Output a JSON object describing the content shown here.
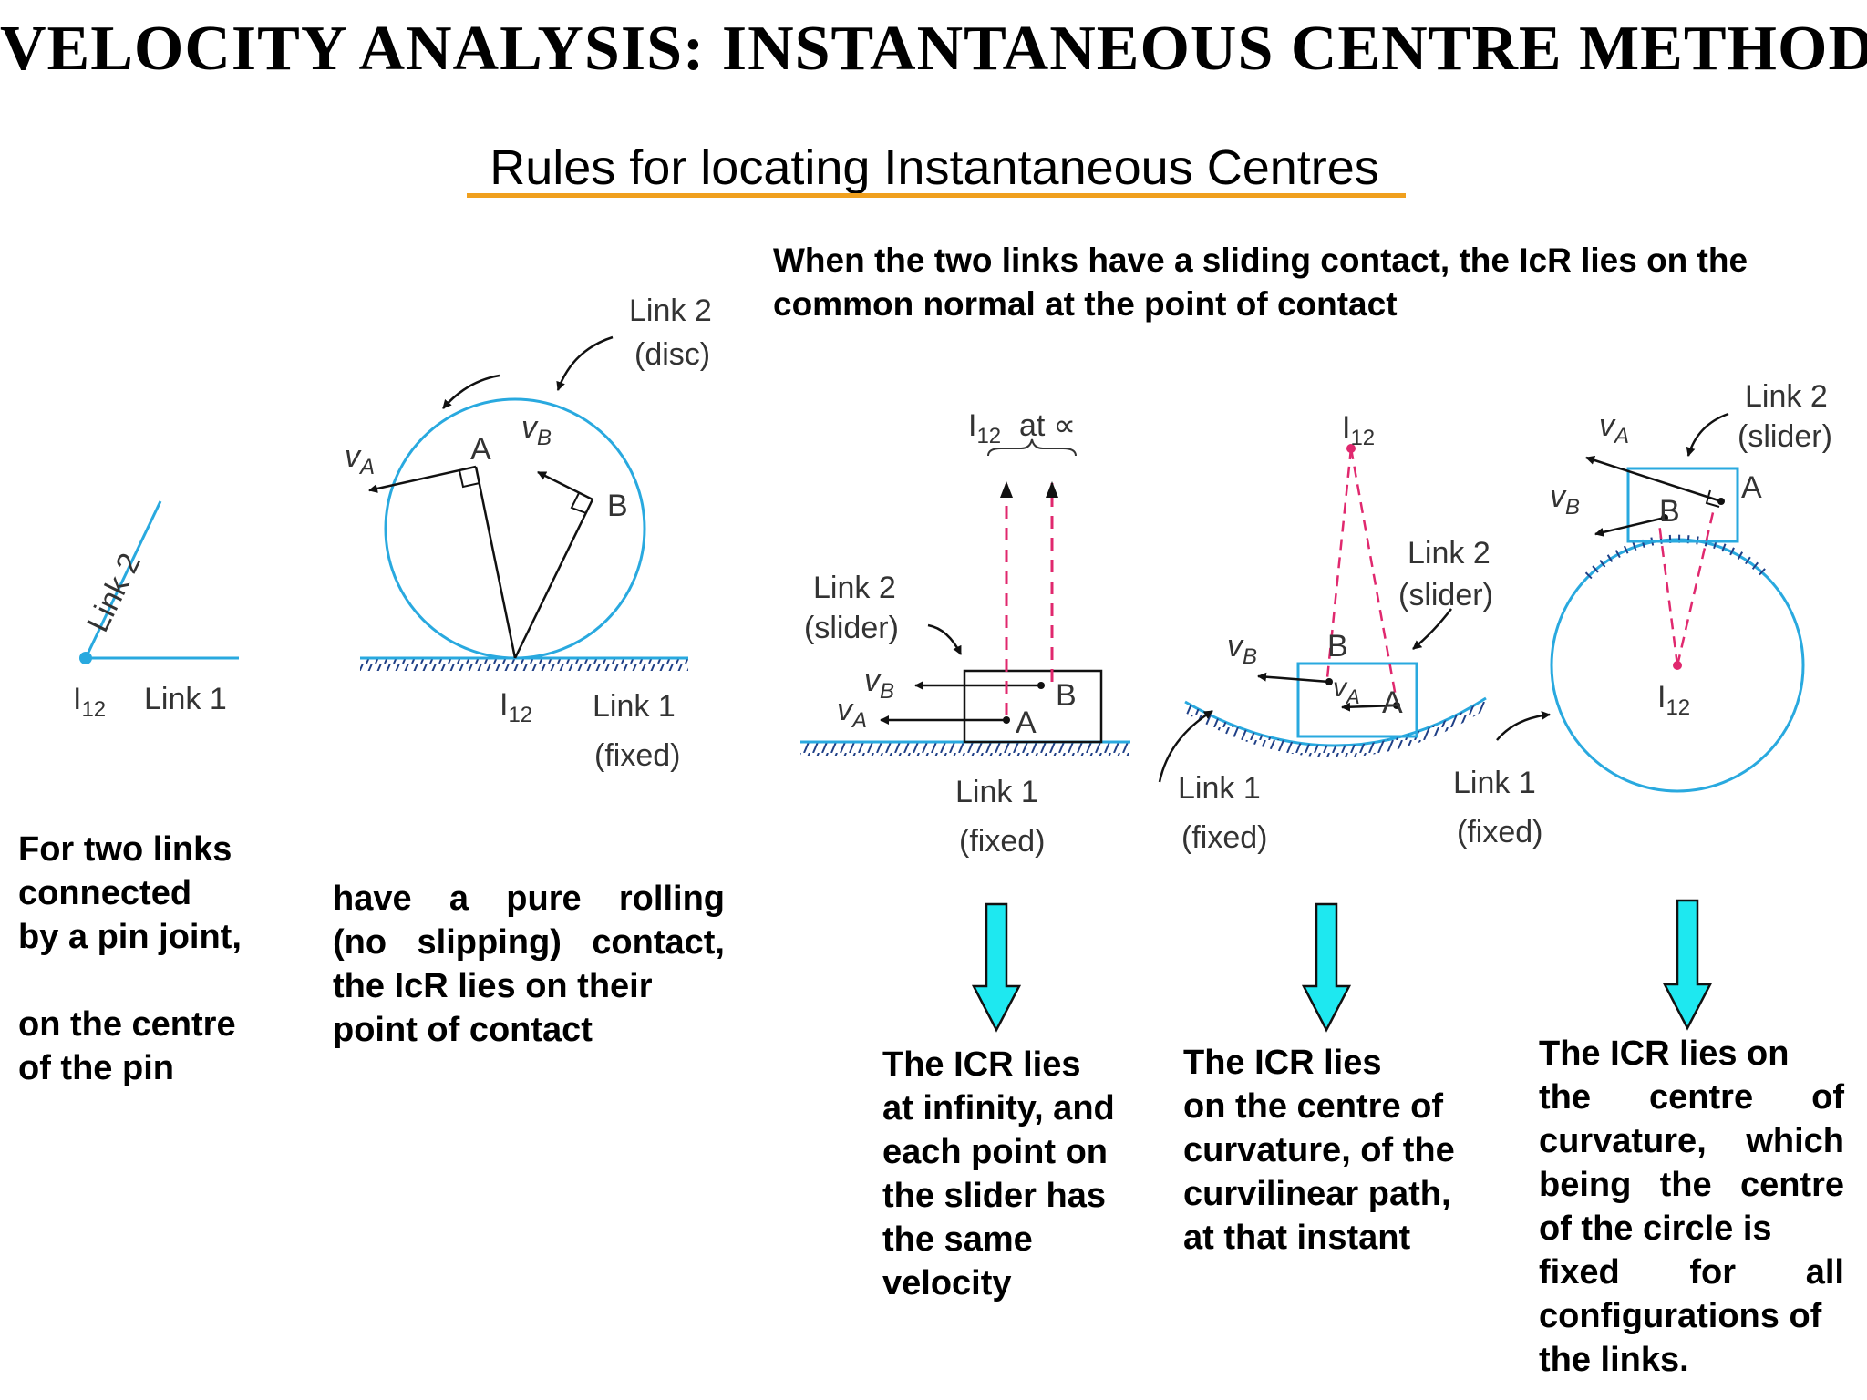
{
  "title": "VELOCITY ANALYSIS: INSTANTANEOUS CENTRE METHOD",
  "subtitle": "Rules for locating Instantaneous Centres",
  "sliding_header": [
    "When the two links have a sliding contact, the IcR lies on the",
    "common normal at the point of contact"
  ],
  "pin": {
    "text_lines": [
      "For two links",
      "connected",
      "by a pin  joint,",
      "",
      "on the centre",
      "of the pin"
    ],
    "link2": "Link 2",
    "link1": "Link 1",
    "icr": "I",
    "icr_sub": "12"
  },
  "rolling": {
    "text_lines": [
      "have  a  pure  rolling",
      "(no slipping)  contact,",
      "the IcR lies on their",
      "point of contact"
    ],
    "link2": "Link 2",
    "link2_note": "(disc)",
    "link1": "Link 1",
    "link1_note": "(fixed)",
    "va": "v",
    "va_sub": "A",
    "vb": "v",
    "vb_sub": "B",
    "a": "A",
    "b": "B",
    "icr": "I",
    "icr_sub": "12"
  },
  "slider_straight": {
    "text_lines": [
      "The ICR lies",
      "at infinity, and",
      "each point on",
      "the slider has",
      "the same",
      "velocity"
    ],
    "icr": "I",
    "icr_sub": "12",
    "icr_note": "at ∝",
    "link2": "Link 2",
    "link2_note": "(slider)",
    "link1": "Link 1",
    "link1_note": "(fixed)",
    "va": "v",
    "va_sub": "A",
    "vb": "v",
    "vb_sub": "B",
    "a": "A",
    "b": "B"
  },
  "slider_curved": {
    "text_lines": [
      "The ICR lies",
      "on the centre of",
      "curvature, of the",
      "curvilinear path,",
      "at that instant"
    ],
    "icr": "I",
    "icr_sub": "12",
    "link2": "Link 2",
    "link2_note": "(slider)",
    "link1": "Link 1",
    "link1_note": "(fixed)",
    "va": "v",
    "va_sub": "A",
    "vb": "v",
    "vb_sub": "B",
    "a": "A",
    "b": "B"
  },
  "slider_circle": {
    "text_lines": [
      "The ICR lies on",
      "the    centre    of",
      "curvature,  which",
      "being  the  centre",
      "of the circle  is",
      "fixed      for      all",
      "configurations of",
      "the links."
    ],
    "icr": "I",
    "icr_sub": "12",
    "link2": "Link 2",
    "link2_note": "(slider)",
    "link1": "Link 1",
    "link1_note": "(fixed)",
    "va": "v",
    "va_sub": "A",
    "vb": "v",
    "vb_sub": "B",
    "a": "A",
    "b": "B"
  },
  "colors": {
    "link": "#29a9df",
    "icr_dash": "#e0286e",
    "down_arrow": "#1ee8f0",
    "underline": "#f0a01e",
    "label": "#333333"
  }
}
